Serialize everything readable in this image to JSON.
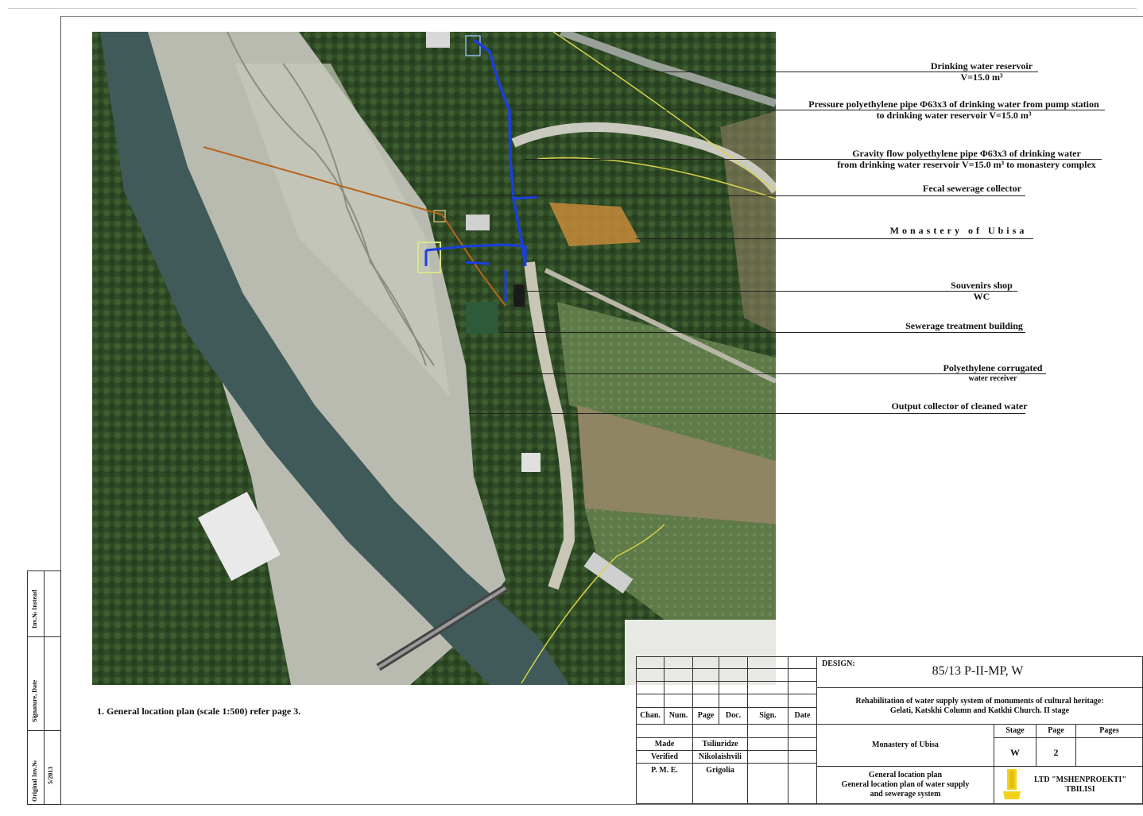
{
  "labels": {
    "reservoir_1": "Drinking water reservoir",
    "reservoir_2": "V=15.0 m³",
    "pressure_1": "Pressure polyethylene  pipe Φ63x3 of drinking water from  pump station",
    "pressure_2": "to drinking water reservoir  V=15.0 m³",
    "gravity_1": "Gravity flow polyethylene pipe Φ63x3  of drinking water",
    "gravity_2": "from drinking water reservoir V=15.0 m³ to monastery complex",
    "fecal": "Fecal sewerage collector",
    "monastery": "Monastery of Ubisa",
    "souvenir_1": "Souvenirs shop",
    "souvenir_2": "WC",
    "treatment": "Sewerage treatment building",
    "receiver_1": "Polyethylene corrugated",
    "receiver_2": "water receiver",
    "output": "Output collector of cleaned water"
  },
  "note": "1. General location plan (scale 1:500) refer page 3.",
  "side_stamp": {
    "inv_instead": "Inv.№ Instead",
    "signature_date": "Signature, Date",
    "original_inv": "Original Inv.№",
    "number": "5/2013"
  },
  "title_block": {
    "design_label": "DESIGN:",
    "design_code": "85/13 P-II-MP, W",
    "project_title_1": "Rehabilitation of water supply system  of  monuments of cultural heritage:",
    "project_title_2": "Gelati, Katskhi Column and Katkhi Church. II stage",
    "headers": [
      "Chan.",
      "Num.",
      "Page",
      "Doc.",
      "Sign.",
      "Date"
    ],
    "made_label": "Made",
    "made_name": "Tsiliuridze",
    "verified_label": "Verified",
    "verified_name": "Nikolaishvili",
    "pme_label": "P. M. E.",
    "pme_name": "Grigolia",
    "object": "Monastery of Ubisa",
    "stage_label": "Stage",
    "page_label": "Page",
    "pages_label": "Pages",
    "stage_value": "W",
    "page_value": "2",
    "sheet_title_1": "General location plan",
    "sheet_title_2": "General location plan of water supply",
    "sheet_title_3": "and sewerage system",
    "company_1": "LTD \"MSHENPROEKTI\"",
    "company_2": "TBILISI"
  },
  "colors": {
    "water_pipe": "#1a3fe0",
    "sewer": "#b8641e",
    "river": "#3f5a58",
    "gravel": "#b9bbb0",
    "vegetation": "#33502a"
  }
}
